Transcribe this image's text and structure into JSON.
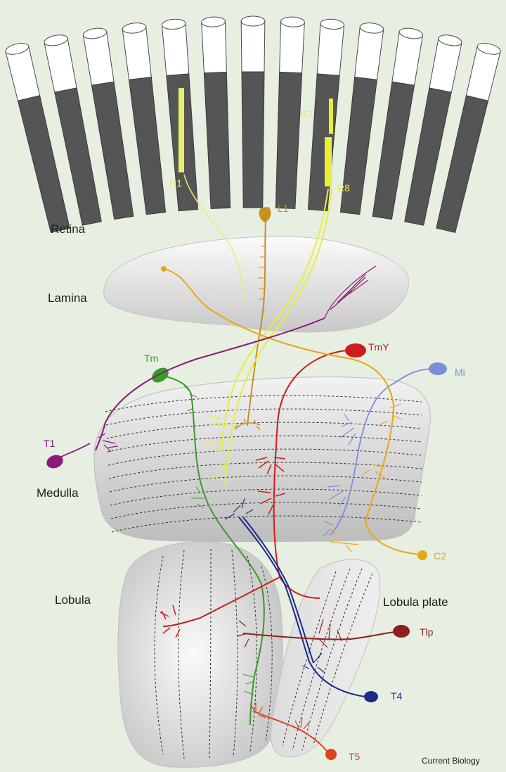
{
  "regions": {
    "retina": "Retina",
    "lamina": "Lamina",
    "medulla": "Medulla",
    "lobula": "Lobula",
    "lobula_plate": "Lobula plate"
  },
  "neurons": {
    "r1": "R1",
    "r7": "R7",
    "r8": "R8",
    "l1": "L1",
    "tm": "Tm",
    "tmy": "TmY",
    "mi": "Mi",
    "t1": "T1",
    "c2": "C2",
    "tlp": "Tlp",
    "t4": "T4",
    "t5": "T5"
  },
  "credit": "Current Biology",
  "colors": {
    "background": "#e6efe2",
    "r1": "#e8ee6a",
    "r7": "#e8ee3a",
    "r8": "#e8ee3a",
    "l1": "#c89020",
    "tm": "#3a9a2a",
    "tmy": "#cc1e1e",
    "mi": "#7b8fd8",
    "t1": "#8a1a7a",
    "c2": "#e8a812",
    "tlp": "#8e1f1f",
    "t4": "#1c2a8a",
    "t5": "#d9461e"
  }
}
